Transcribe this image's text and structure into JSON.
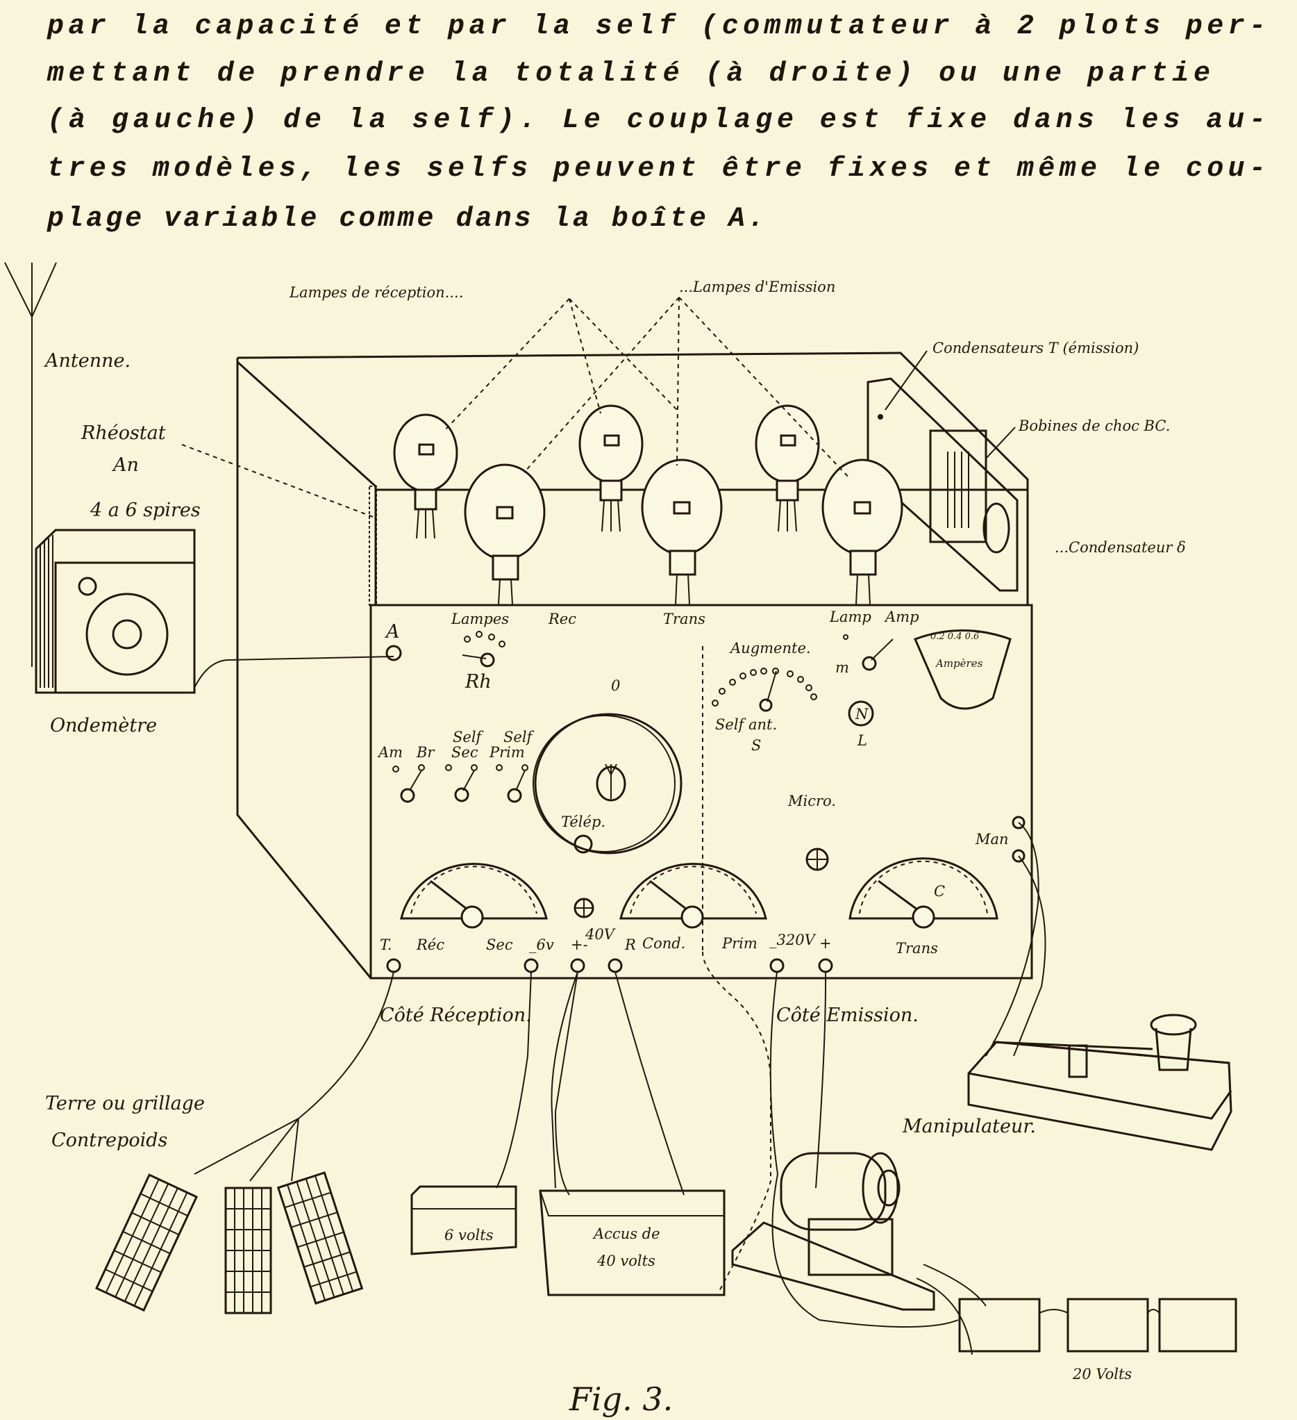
{
  "paragraph": {
    "lines": [
      "par la capacité et par la self (commutateur à 2 plots per-",
      "mettant de prendre la totalité (à droite) ou une partie",
      "(à gauche) de la self). Le couplage est fixe dans les au-",
      "tres modèles, les selfs peuvent être fixes et même le cou-",
      "plage variable comme dans la boîte A."
    ]
  },
  "figure": {
    "caption": "Fig. 3.",
    "callouts": {
      "lampes_reception": "Lampes de réception....",
      "lampes_emission": "...Lampes d'Emission",
      "condensateurs_t": "Condensateurs T (émission)",
      "bobines": "Bobines de choc BC.",
      "condensateur_delta": "...Condensateur δ",
      "antenne": "Antenne.",
      "rheostat": "Rhéostat",
      "an": "An",
      "spires": "4 a 6 spires",
      "ondemetre": "Ondemètre",
      "terre": "Terre ou grillage",
      "contrepoids": "Contrepoids",
      "cote_reception": "Côté Réception.",
      "cote_emission": "Côté Emission.",
      "manipulateur": "Manipulateur.",
      "six_volts": "6 volts",
      "accus_1": "Accus de",
      "accus_2": "40 volts",
      "vingt_volts": "20 Volts"
    },
    "panel": {
      "a": "A",
      "lampes": "Lampes",
      "rec": "Rec",
      "trans_top": "Trans",
      "rh": "Rh",
      "dial_zero": "0",
      "lamp": "Lamp",
      "amp": "Amp",
      "amperes": "Ampères",
      "ammeter_scale": "0.2 0.4 0.6",
      "augmente": "Augmente.",
      "self_ant": "Self ant.",
      "s": "S",
      "m": "m",
      "n": "N",
      "l": "L",
      "am": "Am",
      "br": "Br",
      "self_sec_1": "Self",
      "self_sec_2": "Sec",
      "self_prim_1": "Self",
      "self_prim_2": "Prim",
      "micro": "Micro.",
      "telep": "Télép.",
      "man": "Man",
      "c": "C",
      "bottom": {
        "t": "T.",
        "rec": "Réc",
        "sec": "Sec",
        "six_v": "_6v",
        "pm": "+-",
        "forty_v": "40V",
        "r": "R",
        "cond": "Cond.",
        "prim": "Prim",
        "v320": "_320V",
        "plus": "+",
        "trans": "Trans"
      }
    }
  }
}
